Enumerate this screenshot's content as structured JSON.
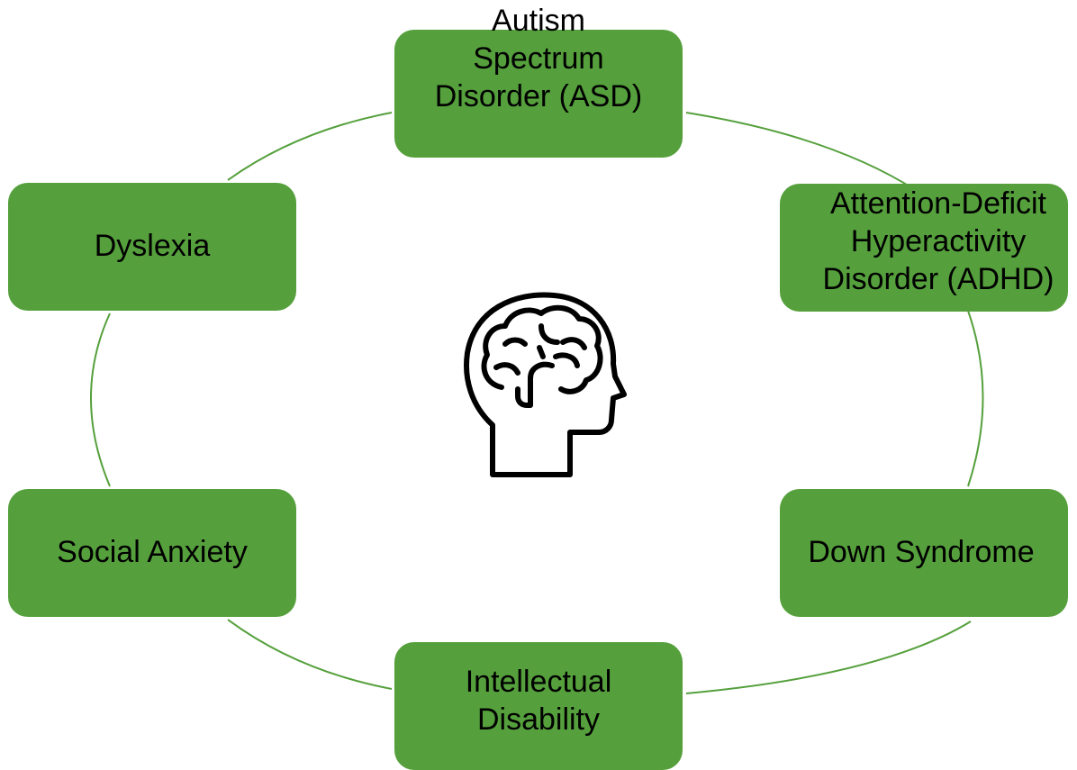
{
  "colors": {
    "node_fill": "#55a03c",
    "connector": "#55a03c",
    "text": "#000000",
    "icon_stroke": "#000000",
    "background": "#ffffff"
  },
  "center_icon": "brain-head-icon",
  "nodes": {
    "asd": "Autism\nSpectrum\nDisorder (ASD)",
    "adhd": "Attention-Deficit\nHyperactivity\nDisorder (ADHD)",
    "down": "Down Syndrome",
    "intellectual": "Intellectual\nDisability",
    "social": "Social Anxiety",
    "dyslexia": "Dyslexia"
  }
}
